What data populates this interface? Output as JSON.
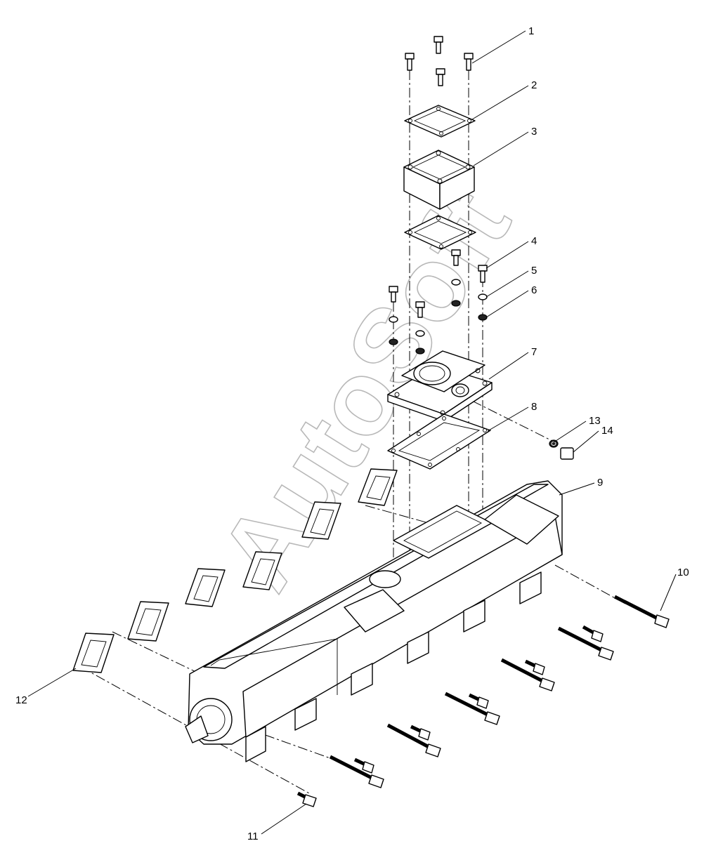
{
  "diagram": {
    "callouts": [
      "1",
      "2",
      "3",
      "4",
      "5",
      "6",
      "7",
      "8",
      "9",
      "10",
      "11",
      "12",
      "13",
      "14"
    ],
    "watermark": "AutoSoft"
  }
}
